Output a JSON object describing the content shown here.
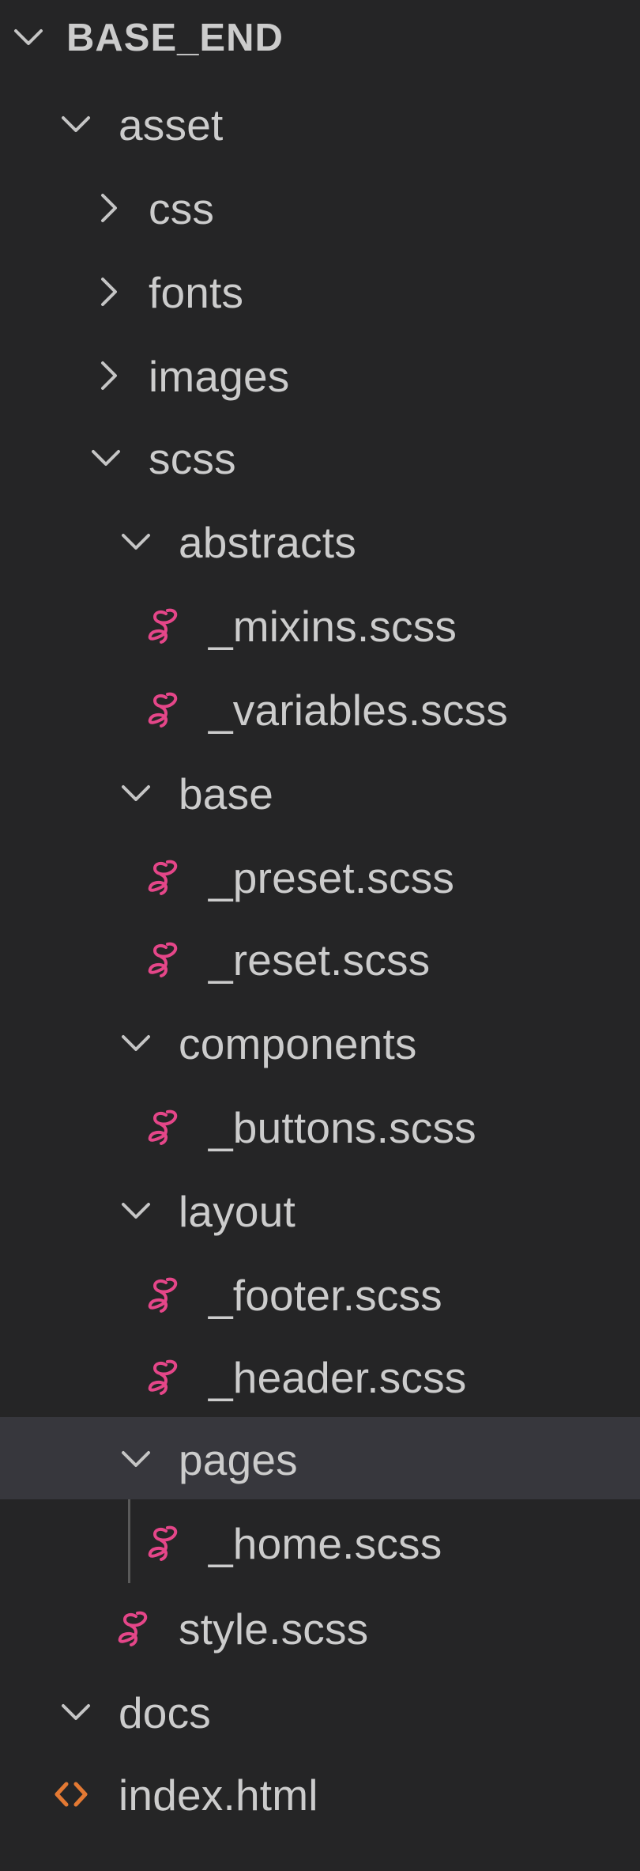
{
  "explorer": {
    "root": {
      "label": "BASE_END",
      "expanded": true
    },
    "items": [
      {
        "label": "asset",
        "type": "folder",
        "expanded": true
      },
      {
        "label": "css",
        "type": "folder",
        "expanded": false
      },
      {
        "label": "fonts",
        "type": "folder",
        "expanded": false
      },
      {
        "label": "images",
        "type": "folder",
        "expanded": false
      },
      {
        "label": "scss",
        "type": "folder",
        "expanded": true
      },
      {
        "label": "abstracts",
        "type": "folder",
        "expanded": true
      },
      {
        "label": "_mixins.scss",
        "type": "file",
        "icon": "sass-icon"
      },
      {
        "label": "_variables.scss",
        "type": "file",
        "icon": "sass-icon"
      },
      {
        "label": "base",
        "type": "folder",
        "expanded": true
      },
      {
        "label": "_preset.scss",
        "type": "file",
        "icon": "sass-icon"
      },
      {
        "label": "_reset.scss",
        "type": "file",
        "icon": "sass-icon"
      },
      {
        "label": "components",
        "type": "folder",
        "expanded": true
      },
      {
        "label": "_buttons.scss",
        "type": "file",
        "icon": "sass-icon"
      },
      {
        "label": "layout",
        "type": "folder",
        "expanded": true
      },
      {
        "label": "_footer.scss",
        "type": "file",
        "icon": "sass-icon"
      },
      {
        "label": "_header.scss",
        "type": "file",
        "icon": "sass-icon"
      },
      {
        "label": "pages",
        "type": "folder",
        "expanded": true,
        "selected": true
      },
      {
        "label": "_home.scss",
        "type": "file",
        "icon": "sass-icon"
      },
      {
        "label": "style.scss",
        "type": "file",
        "icon": "sass-icon"
      },
      {
        "label": "docs",
        "type": "folder",
        "expanded": true
      },
      {
        "label": "index.html",
        "type": "file",
        "icon": "html-icon"
      }
    ]
  },
  "colors": {
    "background": "#252526",
    "selected_row": "#37373d",
    "text": "#cccccc",
    "chevron": "#c5c5c5",
    "sass_icon": "#e54689",
    "html_icon": "#e37933",
    "indent_guide": "#5a5a5a"
  }
}
